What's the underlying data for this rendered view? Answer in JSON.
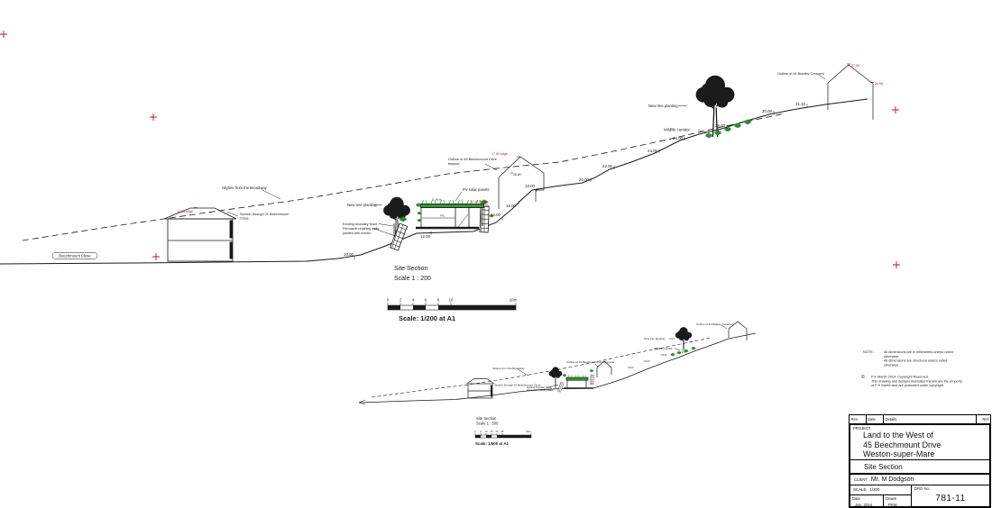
{
  "main_section": {
    "title": "Site Section",
    "scale_label": "Scale 1 : 200",
    "scalebar_caption": "Scale: 1/200 at A1",
    "scalebar_ticks": [
      "0",
      "2",
      "4",
      "6",
      "8",
      "10"
    ],
    "scalebar_end": "20m",
    "levels": [
      "10.00",
      "12.00",
      "14.00",
      "16.00",
      "18.00",
      "20.00",
      "22.00",
      "24.00",
      "26.00",
      "28.00",
      "30.00",
      "31.10"
    ],
    "labels": {
      "beechmount_close": "Beechmount Close",
      "skyline": "Skyline from the Broadway",
      "section_through_1": "Section through 21 Beechmount",
      "section_through_2": "Close",
      "ridge_21": "14.35 ridge",
      "new_tree_left": "New tree planting",
      "fence_1": "Existing boundary fence",
      "fence_2": "Permacrib retaining walls",
      "fence_3": "planted with shrubs",
      "green_roof": "G. Roof",
      "interior": "FFL",
      "pv_panels": "PV solar panels",
      "datum": "13.22 datum",
      "outline_45_1": "Outline of 45 Beechmount Drive",
      "outline_45_2": "beyond",
      "ridge_45": "17.50 ridge",
      "level_45": "16.60",
      "new_tree_right": "New tree planting",
      "wildlife": "Wildlife corridor",
      "outline_44": "Outline of 44 Bradley Crescent",
      "ridge_44": "37.00",
      "eaves_44": "34.65"
    }
  },
  "small_section": {
    "title": "Site Section",
    "scale_label": "Scale 1 : 500",
    "scalebar_caption": "Scale: 1/500 at A1",
    "scalebar_ticks": [
      "0",
      "5",
      "10",
      "15",
      "20",
      "25"
    ],
    "scalebar_end": "50m",
    "labels": {
      "skyline": "Skyline from the Broadway",
      "section_through": "Section through 21 Beechmount Close",
      "outline_45": "Outline of 45 Beechmount Drive beyond",
      "outline_44": "Outline of 44 Bradley Crescent",
      "new_tree": "New tree planting",
      "wildlife": "Wildlife corridor",
      "fence_1": "Existing boundary fence",
      "fence_2": "Permacrib retaining walls"
    }
  },
  "notes": {
    "heading": "NOTE:-",
    "line_1": "All dimensions are in millimetres unless noted",
    "line_2": "otherwise.",
    "line_3": "All dimensions are structural unless noted",
    "line_4": "otherwise.",
    "copyright_symbol": "©",
    "copyright_1": "P K Martin 2014. Copyright Reserved",
    "copyright_2": "This drawing and designs illustrated therein are the property",
    "copyright_3": "of P K Martin and are protected under copyright."
  },
  "titleblock": {
    "rev": "Rev.",
    "date": "Date",
    "details": "Details",
    "ref": "Ref.",
    "project_label": "PROJECT",
    "project_1": "Land to the West of",
    "project_2": "45 Beechmount Drive",
    "project_3": "Weston-super-Mare",
    "drawing_title": "Site Section",
    "client_label": "CLIENT",
    "client_name": "Mr. M Dodgson",
    "scale_label": "SCALE",
    "scale_value": "1/200",
    "drg_label": "DRG No.",
    "drg_number": "781-11",
    "date_label": "Date",
    "date_value": "Jan. 2014",
    "drawn_label": "Drawn",
    "drawn_value": "PKM"
  },
  "colors": {
    "red": "#c31212",
    "green": "#2f9b2f",
    "line": "#1a1a1a"
  }
}
